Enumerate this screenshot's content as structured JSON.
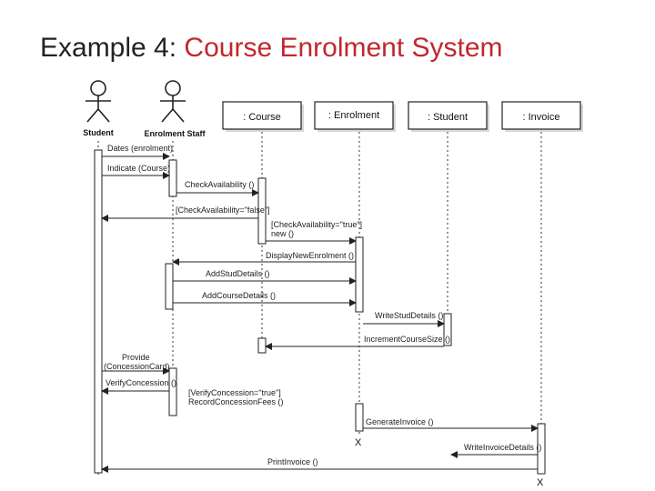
{
  "title": {
    "prefix": "Example 4: ",
    "accent": "Course Enrolment System",
    "accent_color": "#c0282d"
  },
  "actors": [
    {
      "label": "Student"
    },
    {
      "label": "Enrolment Staff"
    }
  ],
  "objects": [
    {
      "label": ": Course"
    },
    {
      "label": ": Enrolment"
    },
    {
      "label": ": Student"
    },
    {
      "label": ": Invoice"
    }
  ],
  "messages": [
    {
      "label": "Dates (enrolment)"
    },
    {
      "label": "Indicate (Course)"
    },
    {
      "label": "CheckAvailability ()"
    },
    {
      "label": "[CheckAvailability=\"false\"]"
    },
    {
      "label": "[CheckAvailability=\"true\"]"
    },
    {
      "label": "new ()"
    },
    {
      "label": "DisplayNewEnrolment ()"
    },
    {
      "label": "AddStudDetails ()"
    },
    {
      "label": "AddCourseDetails ()"
    },
    {
      "label": "WriteStudDetails ()"
    },
    {
      "label": "IncrementCourseSize ()"
    },
    {
      "label": "Provide"
    },
    {
      "label": "(ConcessionCard)"
    },
    {
      "label": "VerifyConcession ()"
    },
    {
      "label": "[VerifyConcession=\"true\"]"
    },
    {
      "label": "RecordConcessionFees ()"
    },
    {
      "label": "GenerateInvoice ()"
    },
    {
      "label": "WriteInvoiceDetails ()"
    },
    {
      "label": "PrintInvoice ()"
    }
  ],
  "destroy_marks": [
    {
      "label": "X"
    },
    {
      "label": "X"
    }
  ]
}
